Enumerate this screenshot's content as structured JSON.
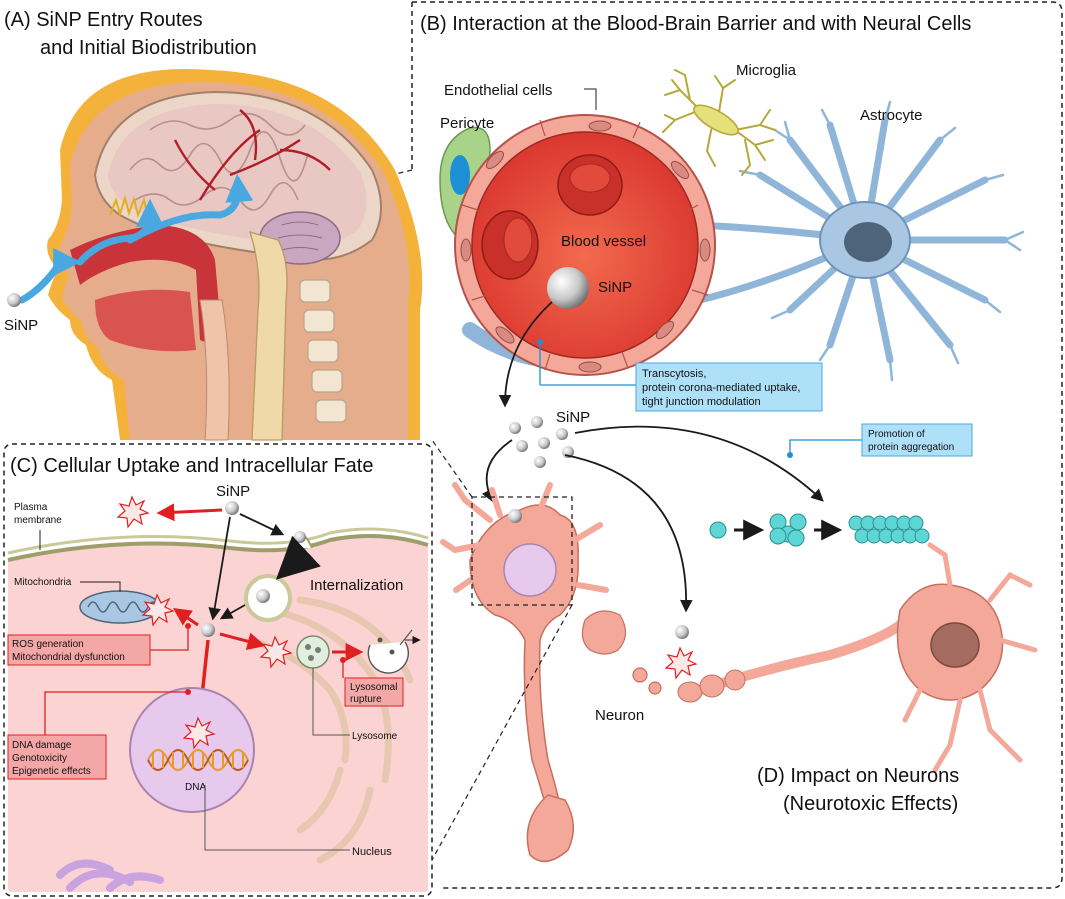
{
  "panel_a": {
    "title_line1": "(A) SiNP Entry Routes",
    "title_line2": "and Initial Biodistribution",
    "sinp_label": "SiNP"
  },
  "panel_b": {
    "title": "(B) Interaction at the Blood-Brain Barrier and with Neural Cells",
    "endothelial": "Endothelial cells",
    "pericyte": "Pericyte",
    "microglia": "Microglia",
    "astrocyte": "Astrocyte",
    "blood_vessel": "Blood vessel",
    "sinp_in_vessel": "SiNP",
    "transport_line1": "Transcytosis,",
    "transport_line2": "protein corona-mediated uptake,",
    "transport_line3": "tight junction modulation",
    "sinp_free": "SiNP",
    "aggregation_line1": "Promotion of",
    "aggregation_line2": "protein aggregation"
  },
  "panel_c": {
    "title": "(C) Cellular Uptake and Intracellular Fate",
    "sinp": "SiNP",
    "plasma_line1": "Plasma",
    "plasma_line2": "membrane",
    "internalization": "Internalization",
    "mitochondria": "Mitochondria",
    "ros_line1": "ROS generation",
    "ros_line2": "Mitochondrial dysfunction",
    "lysosomal_line1": "Lysosomal",
    "lysosomal_line2": "rupture",
    "lysosome": "Lysosome",
    "dna_line1": "DNA damage",
    "dna_line2": "Genotoxicity",
    "dna_line3": "Epigenetic effects",
    "dna": "DNA",
    "nucleus": "Nucleus"
  },
  "panel_d": {
    "neuron": "Neuron",
    "title_line1": "(D) Impact on Neurons",
    "title_line2": "(Neurotoxic Effects)"
  },
  "colors": {
    "flow_arrow": "#4aa8e0",
    "toxic_arrow": "#e02020",
    "callout_blue": "#aee0f7",
    "callout_red": "#f4a7a7",
    "neuron_pink": "#f4a89a",
    "vessel_red": "#e8423a",
    "astrocyte_blue": "#8fb6d8",
    "microglia_yellow": "#e6e07a",
    "aggregate_cyan": "#5fd6d6"
  }
}
